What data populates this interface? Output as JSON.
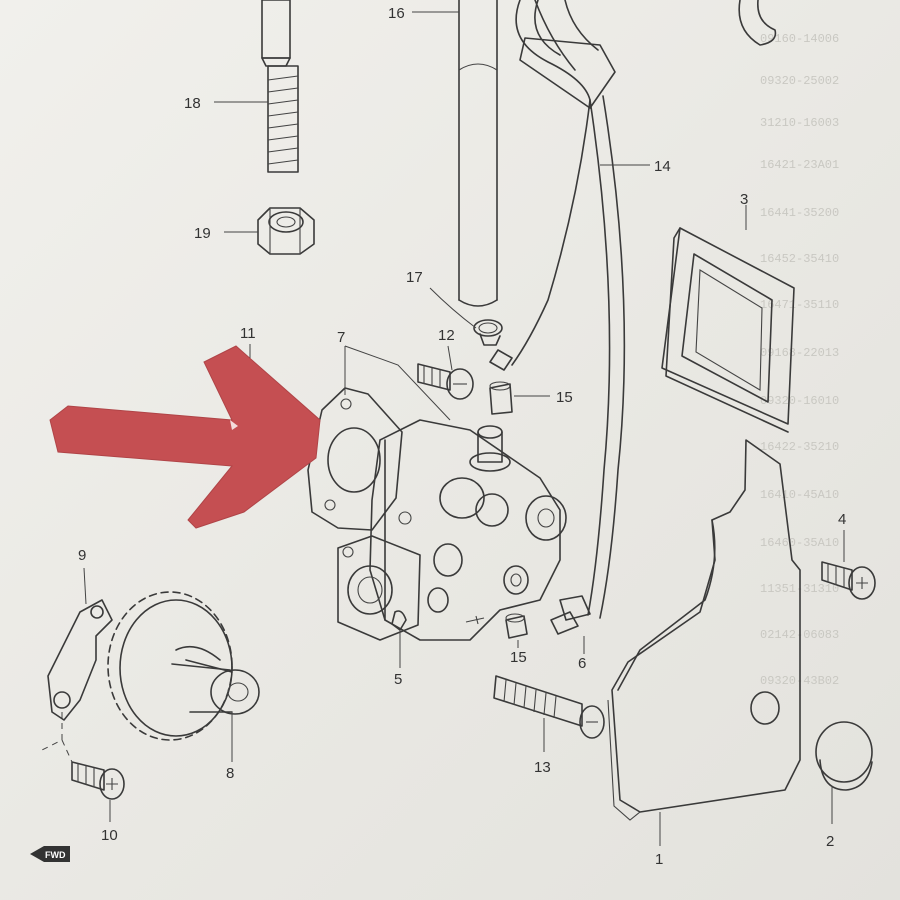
{
  "callouts": [
    {
      "id": "16",
      "text": "16"
    },
    {
      "id": "18",
      "text": "18"
    },
    {
      "id": "14",
      "text": "14"
    },
    {
      "id": "3",
      "text": "3"
    },
    {
      "id": "19",
      "text": "19"
    },
    {
      "id": "17",
      "text": "17"
    },
    {
      "id": "11",
      "text": "11"
    },
    {
      "id": "7",
      "text": "7"
    },
    {
      "id": "12",
      "text": "12"
    },
    {
      "id": "15a",
      "text": "15"
    },
    {
      "id": "4",
      "text": "4"
    },
    {
      "id": "9",
      "text": "9"
    },
    {
      "id": "5",
      "text": "5"
    },
    {
      "id": "15b",
      "text": "15"
    },
    {
      "id": "6",
      "text": "6"
    },
    {
      "id": "13",
      "text": "13"
    },
    {
      "id": "8",
      "text": "8"
    },
    {
      "id": "10",
      "text": "10"
    },
    {
      "id": "2",
      "text": "2"
    },
    {
      "id": "1",
      "text": "1"
    }
  ],
  "fwd_badge": "FWD",
  "background_part_numbers": [
    "09160-14006",
    "09320-25002",
    "31210-16003",
    "16421-23A01",
    "16441-35200",
    "16452-35410",
    "16471-35110",
    "09168-22013",
    "09320-16010",
    "16422-35210",
    "16410-45A10",
    "16460-35A10",
    "11351-31310",
    "02142-06083",
    "09320-43B02"
  ],
  "colors": {
    "arrow": "#c54f52",
    "ink": "#3a3a3a",
    "paper": "#ecebe6"
  }
}
